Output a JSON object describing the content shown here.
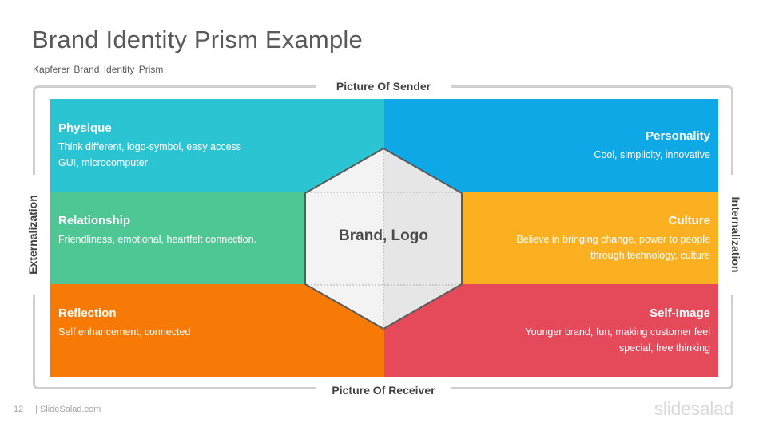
{
  "slide": {
    "title": "Brand Identity Prism Example",
    "subtitle": "Kapferer Brand Identity Prism"
  },
  "frame": {
    "top_label": "Picture Of Sender",
    "bottom_label": "Picture Of Receiver",
    "left_label": "Externalization",
    "right_label": "Internalization"
  },
  "cells": {
    "physique": {
      "heading": "Physique",
      "lines": [
        "Think different, logo-symbol, easy access",
        "GUI, microcomputer"
      ],
      "color": "#2bc4d3"
    },
    "personality": {
      "heading": "Personality",
      "lines": [
        "Cool, simplicity, innovative"
      ],
      "color": "#0ea8e6"
    },
    "relationship": {
      "heading": "Relationship",
      "lines": [
        "Friendliness, emotional, heartfelt connection."
      ],
      "color": "#4ec795"
    },
    "culture": {
      "heading": "Culture",
      "lines": [
        "Believe in bringing change, power to people",
        "through technology, culture"
      ],
      "color": "#fbb022"
    },
    "reflection": {
      "heading": "Reflection",
      "lines": [
        "Self enhancement, connected"
      ],
      "color": "#f77a06"
    },
    "selfimage": {
      "heading": "Self-Image",
      "lines": [
        "Younger brand, fun, making customer feel",
        "special, free thinking"
      ],
      "color": "#e44a59"
    }
  },
  "center": {
    "label": "Brand, Logo"
  },
  "footer": {
    "page_number": "12",
    "link": "| SlideSalad.com",
    "brand": "slidesalad"
  }
}
